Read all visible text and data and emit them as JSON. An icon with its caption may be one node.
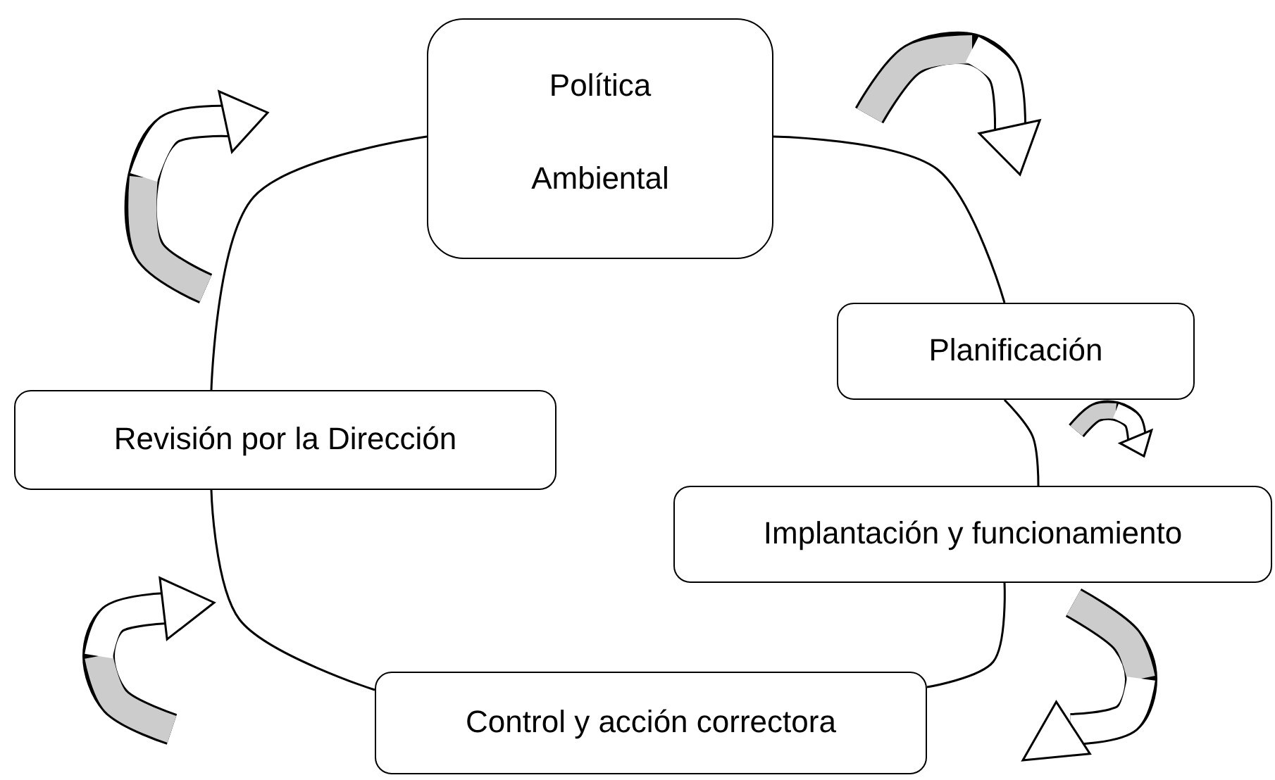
{
  "diagram": {
    "nodes": [
      {
        "text": [
          "Política Ambiental"
        ]
      },
      {
        "text": [
          "Planificación"
        ]
      },
      {
        "text": [
          "Implantación y funcionamiento"
        ]
      },
      {
        "text": [
          "Control y acción correctora"
        ]
      },
      {
        "text": [
          "Revisión por la Dirección"
        ]
      }
    ],
    "edges": [
      {
        "from": 0,
        "to": 1,
        "arrow": "none"
      },
      {
        "from": 1,
        "to": 2,
        "arrow": "none"
      },
      {
        "from": 2,
        "to": 3,
        "arrow": "none"
      },
      {
        "from": 3,
        "to": 4,
        "arrow": "none"
      },
      {
        "from": 4,
        "to": 0,
        "arrow": "none"
      }
    ]
  }
}
